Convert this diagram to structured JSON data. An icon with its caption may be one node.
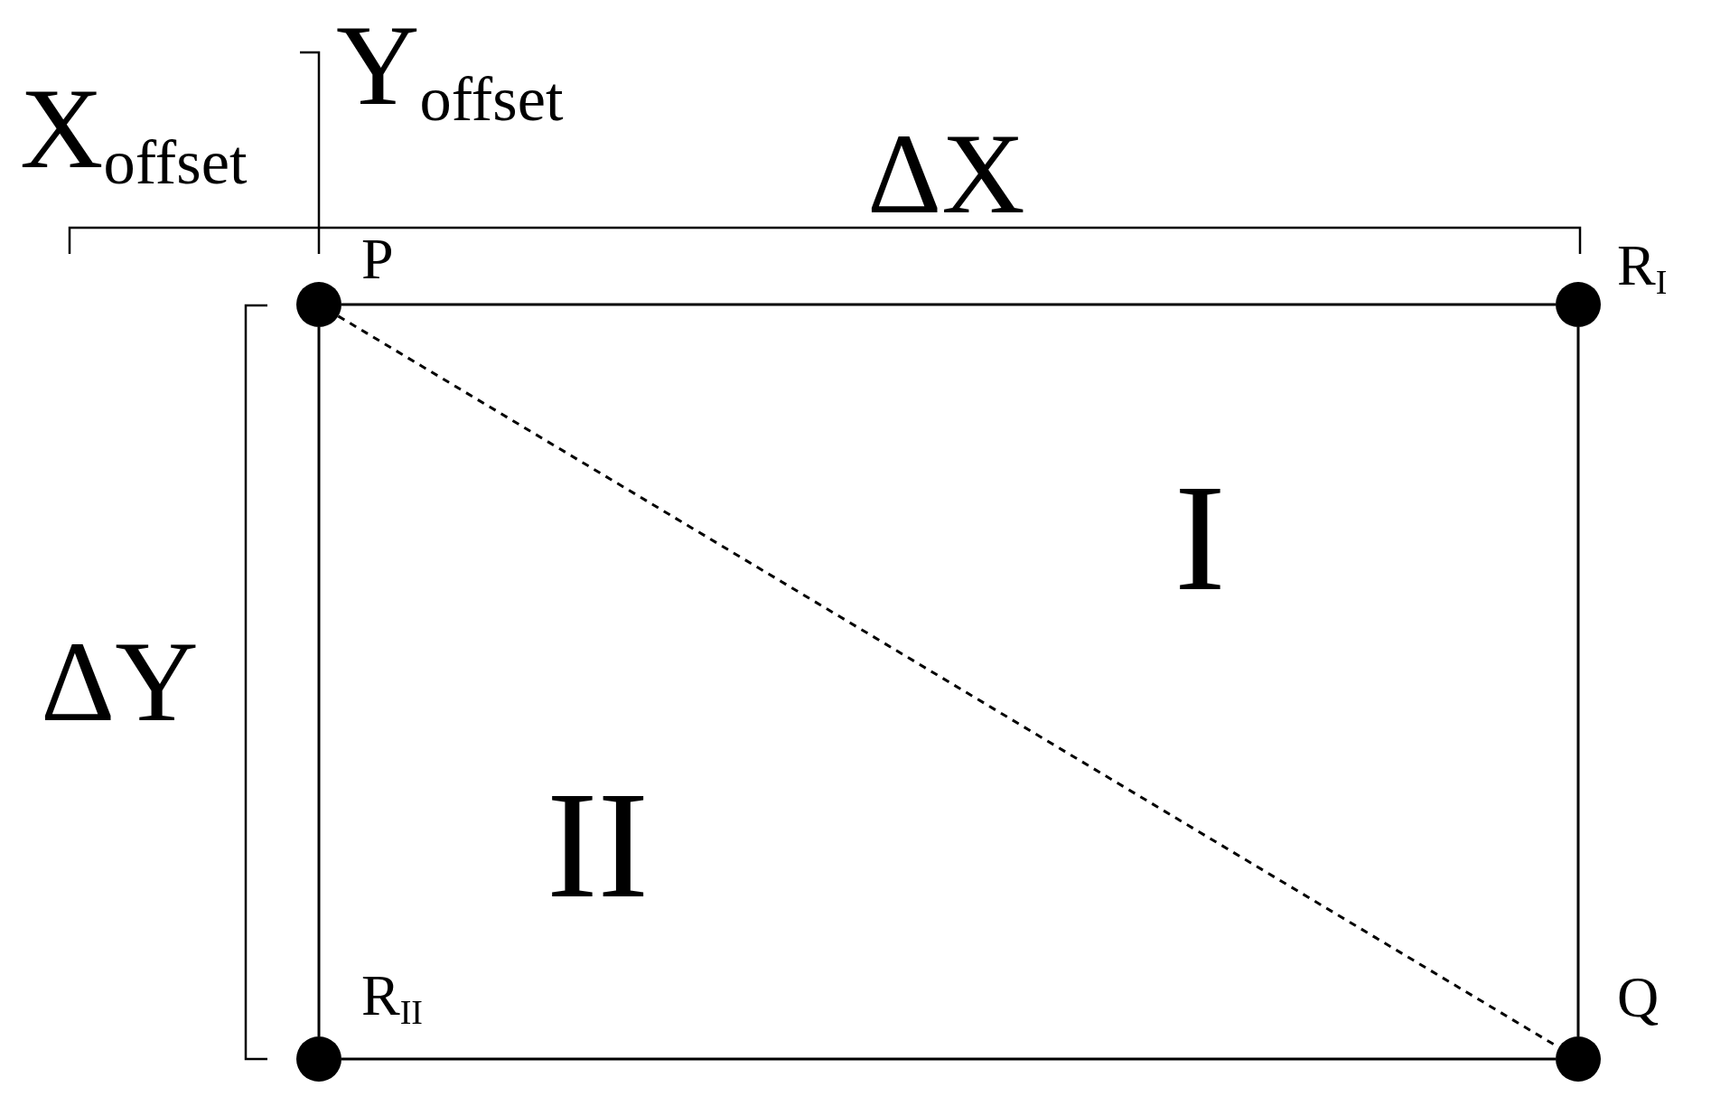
{
  "diagram": {
    "nodes": [
      {
        "text": [],
        "shape": "circle",
        "beside": [
          "P"
        ]
      },
      {
        "text": [],
        "shape": "circle",
        "beside": [
          "R$_{I}$"
        ]
      },
      {
        "text": [],
        "shape": "circle",
        "beside": [
          "R$_{II}$"
        ]
      },
      {
        "text": [],
        "shape": "circle",
        "beside": [
          "Q"
        ]
      }
    ],
    "edges": [
      {
        "from": 0,
        "to": 1,
        "arrow": "none"
      },
      {
        "from": 1,
        "to": 3,
        "arrow": "none"
      },
      {
        "from": 2,
        "to": 3,
        "arrow": "none"
      },
      {
        "from": 0,
        "to": 2,
        "arrow": "none"
      },
      {
        "from": 0,
        "to": 3,
        "arrow": "none",
        "style": "dashed"
      }
    ],
    "labels": [
      "X$_{offset}$",
      "Y$_{offset}$",
      "ΔX",
      "ΔY",
      "I",
      "II"
    ]
  }
}
